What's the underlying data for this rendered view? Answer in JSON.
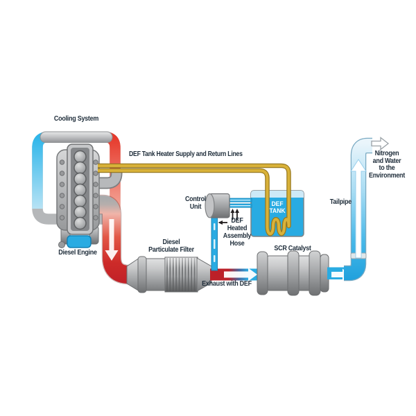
{
  "diagram": {
    "labels": {
      "cooling_system": "Cooling System",
      "diesel_engine": "Diesel Engine",
      "def_lines": "DEF Tank Heater Supply and Return Lines",
      "control_unit": "Control\nUnit",
      "def_tank": "DEF\nTANK",
      "def_hose": "DEF\nHeated\nAssembly\nHose",
      "dpf": "Diesel\nParticulate Filter",
      "scr_catalyst": "SCR Catalyst",
      "exhaust_with_def": "Exhaust with DEF",
      "tailpipe": "Tailpipe",
      "environment": "Nitrogen\nand Water\nto the\nEnvironment"
    },
    "colors": {
      "coolant_cold_blue": "#29abe2",
      "exhaust_hot_red": "#c02027",
      "heater_line_gold": "#d9b239",
      "metal_gray": "#b0b2b4",
      "def_blue": "#29abe2",
      "label_text": "#22303d",
      "background": "#ffffff"
    }
  }
}
